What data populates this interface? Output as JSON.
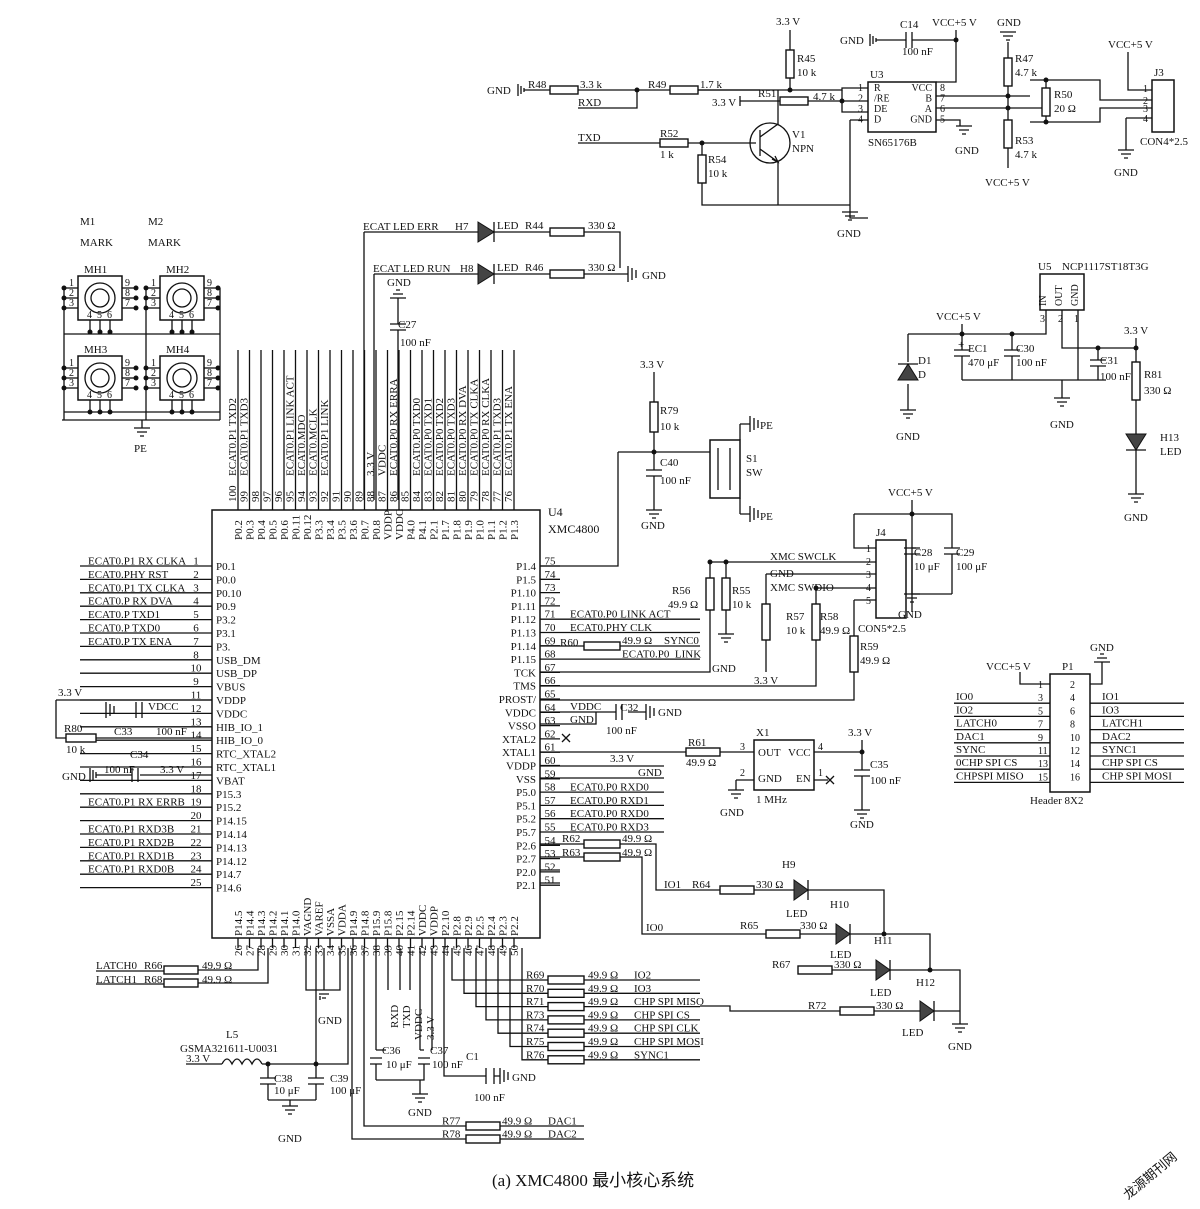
{
  "figure": {
    "caption": "(a) XMC4800 最小核心系统",
    "watermark": "龙源期刊网"
  },
  "mcu": {
    "ref": "U4",
    "part": "XMC4800",
    "left_pins": [
      {
        "num": "1",
        "name": "P0.1",
        "net": "ECAT0.P1 RX CLKA"
      },
      {
        "num": "2",
        "name": "P0.0",
        "net": "ECAT0.PHY RST"
      },
      {
        "num": "3",
        "name": "P0.10",
        "net": "ECAT0.P1 TX CLKA"
      },
      {
        "num": "4",
        "name": "P0.9",
        "net": "ECAT0.P RX DVA"
      },
      {
        "num": "5",
        "name": "P3.2",
        "net": "ECAT0.P TXD1"
      },
      {
        "num": "6",
        "name": "P3.1",
        "net": "ECAT0.P TXD0"
      },
      {
        "num": "7",
        "name": "P3.",
        "net": "ECAT0.P TX ENA"
      },
      {
        "num": "8",
        "name": "USB_DM",
        "net": ""
      },
      {
        "num": "10",
        "name": "USB_DP",
        "net": ""
      },
      {
        "num": "9",
        "name": "VBUS",
        "net": ""
      },
      {
        "num": "11",
        "name": "VDDP",
        "net": ""
      },
      {
        "num": "12",
        "name": "VDDC",
        "net": "VDDC"
      },
      {
        "num": "13",
        "name": "HIB_IO_1",
        "net": ""
      },
      {
        "num": "14",
        "name": "HIB_IO_0",
        "net": ""
      },
      {
        "num": "15",
        "name": "RTC_XTAL2",
        "net": ""
      },
      {
        "num": "16",
        "name": "RTC_XTAL1",
        "net": ""
      },
      {
        "num": "17",
        "name": "VBAT",
        "net": ""
      },
      {
        "num": "18",
        "name": "P15.3",
        "net": ""
      },
      {
        "num": "19",
        "name": "P15.2",
        "net": "ECAT0.P1 RX ERRB"
      },
      {
        "num": "20",
        "name": "P14.15",
        "net": ""
      },
      {
        "num": "21",
        "name": "P14.14",
        "net": "ECAT0.P1 RXD3B"
      },
      {
        "num": "22",
        "name": "P14.13",
        "net": "ECAT0.P1 RXD2B"
      },
      {
        "num": "23",
        "name": "P14.12",
        "net": "ECAT0.P1 RXD1B"
      },
      {
        "num": "24",
        "name": "P14.7",
        "net": "ECAT0.P1 RXD0B"
      },
      {
        "num": "25",
        "name": "P14.6",
        "net": ""
      }
    ],
    "right_pins": [
      {
        "num": "75",
        "name": "P1.4",
        "net": ""
      },
      {
        "num": "74",
        "name": "P1.5",
        "net": ""
      },
      {
        "num": "73",
        "name": "P1.10",
        "net": ""
      },
      {
        "num": "72",
        "name": "P1.11",
        "net": ""
      },
      {
        "num": "71",
        "name": "P1.12",
        "net": "ECAT0.P0 LINK ACT"
      },
      {
        "num": "70",
        "name": "P1.13",
        "net": "ECAT0.PHY CLK"
      },
      {
        "num": "69",
        "name": "P1.14",
        "net": ""
      },
      {
        "num": "68",
        "name": "P1.15",
        "net": "ECAT0.P0_LINK"
      },
      {
        "num": "67",
        "name": "TCK",
        "net": ""
      },
      {
        "num": "66",
        "name": "TMS",
        "net": ""
      },
      {
        "num": "65",
        "name": "PROST/",
        "net": ""
      },
      {
        "num": "64",
        "name": "VDDC",
        "net": "VDDC"
      },
      {
        "num": "63",
        "name": "VSSO",
        "net": "GND"
      },
      {
        "num": "62",
        "name": "XTAL2",
        "net": ""
      },
      {
        "num": "61",
        "name": "XTAL1",
        "net": ""
      },
      {
        "num": "60",
        "name": "VDDP",
        "net": "3.3 V"
      },
      {
        "num": "59",
        "name": "VSS",
        "net": "GND"
      },
      {
        "num": "58",
        "name": "P5.0",
        "net": "ECAT0.P0 RXD0"
      },
      {
        "num": "57",
        "name": "P5.1",
        "net": "ECAT0.P0 RXD1"
      },
      {
        "num": "56",
        "name": "P5.2",
        "net": "ECAT0.P0 RXD0"
      },
      {
        "num": "55",
        "name": "P5.7",
        "net": "ECAT0.P0 RXD3"
      },
      {
        "num": "54",
        "name": "P2.6",
        "net": ""
      },
      {
        "num": "53",
        "name": "P2.7",
        "net": ""
      },
      {
        "num": "52",
        "name": "P2.0",
        "net": ""
      },
      {
        "num": "51",
        "name": "P2.1",
        "net": ""
      }
    ],
    "top_pins": [
      {
        "num": "100",
        "name": "P0.2",
        "net": "ECAT0.P1 TXD2"
      },
      {
        "num": "99",
        "name": "P0.3",
        "net": "ECAT0.P1 TXD3"
      },
      {
        "num": "98",
        "name": "P0.4",
        "net": ""
      },
      {
        "num": "97",
        "name": "P0.5",
        "net": ""
      },
      {
        "num": "96",
        "name": "P0.6",
        "net": ""
      },
      {
        "num": "95",
        "name": "P0.11",
        "net": "ECAT0.P1 LINK ACT"
      },
      {
        "num": "94",
        "name": "P0.12",
        "net": "ECAT0.MDO"
      },
      {
        "num": "93",
        "name": "P3.3",
        "net": "ECAT0.MCLK"
      },
      {
        "num": "92",
        "name": "P3.4",
        "net": "ECAT0.P1 LINK"
      },
      {
        "num": "91",
        "name": "P3.5",
        "net": ""
      },
      {
        "num": "90",
        "name": "P3.6",
        "net": ""
      },
      {
        "num": "89",
        "name": "P0.7",
        "net": ""
      },
      {
        "num": "88",
        "name": "P0.8",
        "net": "3.3 V"
      },
      {
        "num": "87",
        "name": "VDDP",
        "net": "VDDC"
      },
      {
        "num": "86",
        "name": "VDDC",
        "net": "ECAT0.P0 RX ERRA"
      },
      {
        "num": "85",
        "name": "P4.0",
        "net": ""
      },
      {
        "num": "84",
        "name": "P4.1",
        "net": "ECAT0.P0 TXD0"
      },
      {
        "num": "83",
        "name": "P2.1",
        "net": "ECAT0.P0 TXD1"
      },
      {
        "num": "82",
        "name": "P1.7",
        "net": "ECAT0.P0 TXD2"
      },
      {
        "num": "81",
        "name": "P1.8",
        "net": "ECAT0.P0 TXD3"
      },
      {
        "num": "80",
        "name": "P1.9",
        "net": "ECAT0.P0 RX DVA"
      },
      {
        "num": "79",
        "name": "P1.0",
        "net": "ECAT0.P0 TX CLKA"
      },
      {
        "num": "78",
        "name": "P1.1",
        "net": "ECAT0.P0 RX CLKA"
      },
      {
        "num": "77",
        "name": "P1.2",
        "net": "ECAT0.P1 TXD3"
      },
      {
        "num": "76",
        "name": "P1.3",
        "net": "ECAT0.P1 TX ENA"
      }
    ],
    "bottom_pins": [
      {
        "num": "26",
        "name": "P14.5",
        "net": ""
      },
      {
        "num": "27",
        "name": "P14.4",
        "net": ""
      },
      {
        "num": "28",
        "name": "P14.3",
        "net": ""
      },
      {
        "num": "29",
        "name": "P14.2",
        "net": ""
      },
      {
        "num": "30",
        "name": "P14.1",
        "net": ""
      },
      {
        "num": "31",
        "name": "P14.0",
        "net": ""
      },
      {
        "num": "32",
        "name": "VAGND",
        "net": ""
      },
      {
        "num": "33",
        "name": "VAREF",
        "net": ""
      },
      {
        "num": "34",
        "name": "VSSA",
        "net": ""
      },
      {
        "num": "35",
        "name": "VDDA",
        "net": ""
      },
      {
        "num": "36",
        "name": "P14.9",
        "net": ""
      },
      {
        "num": "37",
        "name": "P14.8",
        "net": ""
      },
      {
        "num": "38",
        "name": "P15.9",
        "net": ""
      },
      {
        "num": "39",
        "name": "P15.8",
        "net": ""
      },
      {
        "num": "40",
        "name": "P2.15",
        "net": ""
      },
      {
        "num": "41",
        "name": "P2.14",
        "net": ""
      },
      {
        "num": "42",
        "name": "VDDC",
        "net": ""
      },
      {
        "num": "43",
        "name": "VDDP",
        "net": ""
      },
      {
        "num": "44",
        "name": "P2.10",
        "net": ""
      },
      {
        "num": "45",
        "name": "P2.8",
        "net": ""
      },
      {
        "num": "46",
        "name": "P2.9",
        "net": ""
      },
      {
        "num": "47",
        "name": "P2.5",
        "net": ""
      },
      {
        "num": "48",
        "name": "P2.4",
        "net": ""
      },
      {
        "num": "49",
        "name": "P2.3",
        "net": ""
      },
      {
        "num": "50",
        "name": "P2.2",
        "net": ""
      }
    ]
  },
  "rs485": {
    "chip_ref": "U3",
    "chip_part": "SN65176B",
    "chip_pins_left": [
      {
        "num": "1",
        "name": "R"
      },
      {
        "num": "2",
        "name": "/RE"
      },
      {
        "num": "3",
        "name": "DE"
      },
      {
        "num": "4",
        "name": "D"
      }
    ],
    "chip_pins_right": [
      {
        "num": "8",
        "name": "VCC"
      },
      {
        "num": "7",
        "name": "B"
      },
      {
        "num": "6",
        "name": "A"
      },
      {
        "num": "5",
        "name": "GND"
      }
    ],
    "c14": "C14",
    "c14_val": "100 nF",
    "r45": "R45",
    "r45_val": "10 k",
    "r48": "R48",
    "r48_val": "3.3 k",
    "r49": "R49",
    "r49_val": "1.7 k",
    "r51": "R51",
    "r51_val": "4.7 k",
    "r52": "R52",
    "r52_val": "1 k",
    "r54": "R54",
    "r54_val": "10 k",
    "r47": "R47",
    "r47_val": "4.7 k",
    "r50": "R50",
    "r50_val": "20 Ω",
    "r53": "R53",
    "r53_val": "4.7 k",
    "v1": "V1",
    "v1_type": "NPN",
    "rxd": "RXD",
    "txd": "TXD",
    "j3": "J3",
    "j3_part": "CON4*2.5",
    "j3_pins": [
      "1",
      "2",
      "3",
      "4"
    ]
  },
  "nets": {
    "gnd": "GND",
    "v33": "3.3 V",
    "vcc5": "VCC+5 V",
    "pe": "PE",
    "vddc": "VDDC"
  },
  "leds_top": {
    "h7": "H7",
    "h8": "H8",
    "led": "LED",
    "r44": "R44",
    "r46": "R46",
    "val": "330 Ω",
    "net_err": "ECAT LED ERR",
    "net_run": "ECAT LED RUN"
  },
  "mounting": {
    "m1": "M1",
    "m2": "M2",
    "mark": "MARK",
    "holes": [
      "MH1",
      "MH2",
      "MH3",
      "MH4"
    ],
    "pins": [
      "1",
      "2",
      "3",
      "4",
      "5",
      "6",
      "7",
      "8",
      "9"
    ]
  },
  "caps_top": {
    "c27": "C27",
    "c27_val": "100 nF"
  },
  "reset": {
    "r79": "R79",
    "r79_val": "10 k",
    "c40": "C40",
    "c40_val": "100 nF",
    "s1": "S1",
    "sw": "SW"
  },
  "ldo": {
    "u5": "U5",
    "part": "NCP1117ST18T3G",
    "pins": [
      "IN",
      "OUT",
      "GND"
    ],
    "pin_nums": [
      "3",
      "2",
      "1"
    ],
    "d1": "D1",
    "d": "D",
    "ec1": "EC1",
    "ec1_val": "470 μF",
    "c30": "C30",
    "c30_val": "100 nF",
    "c31": "C31",
    "c31_val": "100 nF",
    "r81": "R81",
    "r81_val": "330 Ω",
    "h13": "H13"
  },
  "swd": {
    "j4": "J4",
    "part": "CON5*2.5",
    "pins": [
      "1",
      "2",
      "3",
      "4",
      "5"
    ],
    "xmc_swclk": "XMC SWCLK",
    "xmc_swdio": "XMC SWDIO",
    "c28": "C28",
    "c28_val": "10 μF",
    "c29": "C29",
    "c29_val": "100 μF",
    "r55": "R55",
    "r55_val": "10 k",
    "r56": "R56",
    "r56_val": "49.9 Ω",
    "r57": "R57",
    "r57_val": "10 k",
    "r58": "R58",
    "r58_val": "49.9 Ω",
    "r59": "R59",
    "r59_val": "49.9 Ω",
    "r60": "R60",
    "r60_val": "49.9 Ω",
    "sync0": "SYNC0"
  },
  "misc_left": {
    "vdcc": "VDCC",
    "c33": "C33",
    "c33_val": "100 nF",
    "r80": "R80",
    "r80_val": "10 k",
    "c34": "C34",
    "c34_val": "100 nF",
    "c32": "C32",
    "c32_val": "100 nF"
  },
  "crystal": {
    "x1": "X1",
    "out": "OUT",
    "vcc": "VCC",
    "gnd": "GND",
    "en": "EN",
    "freq": "1 MHz",
    "r61": "R61",
    "r61_val": "49.9 Ω",
    "c35": "C35",
    "c35_val": "100 nF",
    "p3": "3",
    "p4": "4",
    "p2": "2",
    "p1": "1"
  },
  "header": {
    "p1": "P1",
    "part": "Header 8X2",
    "left": [
      {
        "num": "1",
        "net": ""
      },
      {
        "num": "3",
        "net": "IO0"
      },
      {
        "num": "5",
        "net": "IO2"
      },
      {
        "num": "7",
        "net": "LATCH0"
      },
      {
        "num": "9",
        "net": "DAC1"
      },
      {
        "num": "11",
        "net": "SYNC"
      },
      {
        "num": "13",
        "net": "0CHP SPI CS"
      },
      {
        "num": "15",
        "net": "CHPSPI MISO"
      }
    ],
    "right": [
      {
        "num": "2",
        "net": ""
      },
      {
        "num": "4",
        "net": "IO1"
      },
      {
        "num": "6",
        "net": "IO3"
      },
      {
        "num": "8",
        "net": "LATCH1"
      },
      {
        "num": "10",
        "net": "DAC2"
      },
      {
        "num": "12",
        "net": "SYNC1"
      },
      {
        "num": "14",
        "net": "CHP SPI CS"
      },
      {
        "num": "16",
        "net": "CHP SPI MOSI"
      }
    ]
  },
  "io_leds": {
    "r62": "R62",
    "r63": "R63",
    "val49": "49.9 Ω",
    "r64": "R64",
    "r65": "R65",
    "r67": "R67",
    "r72": "R72",
    "val330": "330 Ω",
    "io1": "IO1",
    "io0": "IO0",
    "h9": "H9",
    "h10": "H10",
    "h11": "H11",
    "h12": "H12",
    "led": "LED"
  },
  "bottom": {
    "latch0": "LATCH0",
    "latch1": "LATCH1",
    "r66": "R66",
    "r68": "R68",
    "val49": "49.9 Ω",
    "l5": "L5",
    "l5_part": "GSMA321611-U0031",
    "c38": "C38",
    "c38_val": "10 μF",
    "c39": "C39",
    "c39_val": "100 μF",
    "c36": "C36",
    "c36_val": "10 μF",
    "c37": "C37",
    "c37_val": "100 nF",
    "c1": "C1",
    "c1_val": "100 nF",
    "rxd": "RXD",
    "txd": "TXD",
    "vddc": "VDDC",
    "v33": "3.3 V",
    "rows": [
      {
        "ref": "R69",
        "val": "49.9 Ω",
        "net": "IO2"
      },
      {
        "ref": "R70",
        "val": "49.9 Ω",
        "net": "IO3"
      },
      {
        "ref": "R71",
        "val": "49.9 Ω",
        "net": "CHP SPI MISO"
      },
      {
        "ref": "R73",
        "val": "49.9 Ω",
        "net": "CHP SPI CS"
      },
      {
        "ref": "R74",
        "val": "49.9 Ω",
        "net": "CHP SPI CLK"
      },
      {
        "ref": "R75",
        "val": "49.9 Ω",
        "net": "CHP SPI MOSI"
      },
      {
        "ref": "R76",
        "val": "49.9 Ω",
        "net": "SYNC1"
      }
    ],
    "dac": [
      {
        "ref": "R77",
        "val": "49.9 Ω",
        "net": "DAC1"
      },
      {
        "ref": "R78",
        "val": "49.9 Ω",
        "net": "DAC2"
      }
    ]
  }
}
